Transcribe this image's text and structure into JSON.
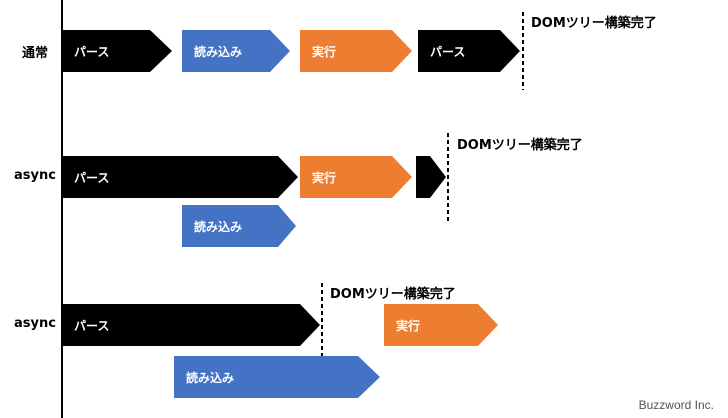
{
  "rows": [
    {
      "label": "通常",
      "steps": [
        "パース",
        "読み込み",
        "実行",
        "パース"
      ],
      "dom_label": "DOMツリー構築完了"
    },
    {
      "label": "async",
      "steps": [
        "パース",
        "実行",
        "読み込み"
      ],
      "dom_label": "DOMツリー構築完了"
    },
    {
      "label": "async",
      "steps": [
        "パース",
        "実行",
        "読み込み"
      ],
      "dom_label": "DOMツリー構築完了"
    }
  ],
  "credit": "Buzzword Inc.",
  "colors": {
    "parse": "#000000",
    "load": "#4472c4",
    "exec": "#ed7d31",
    "text": "#ffffff"
  }
}
